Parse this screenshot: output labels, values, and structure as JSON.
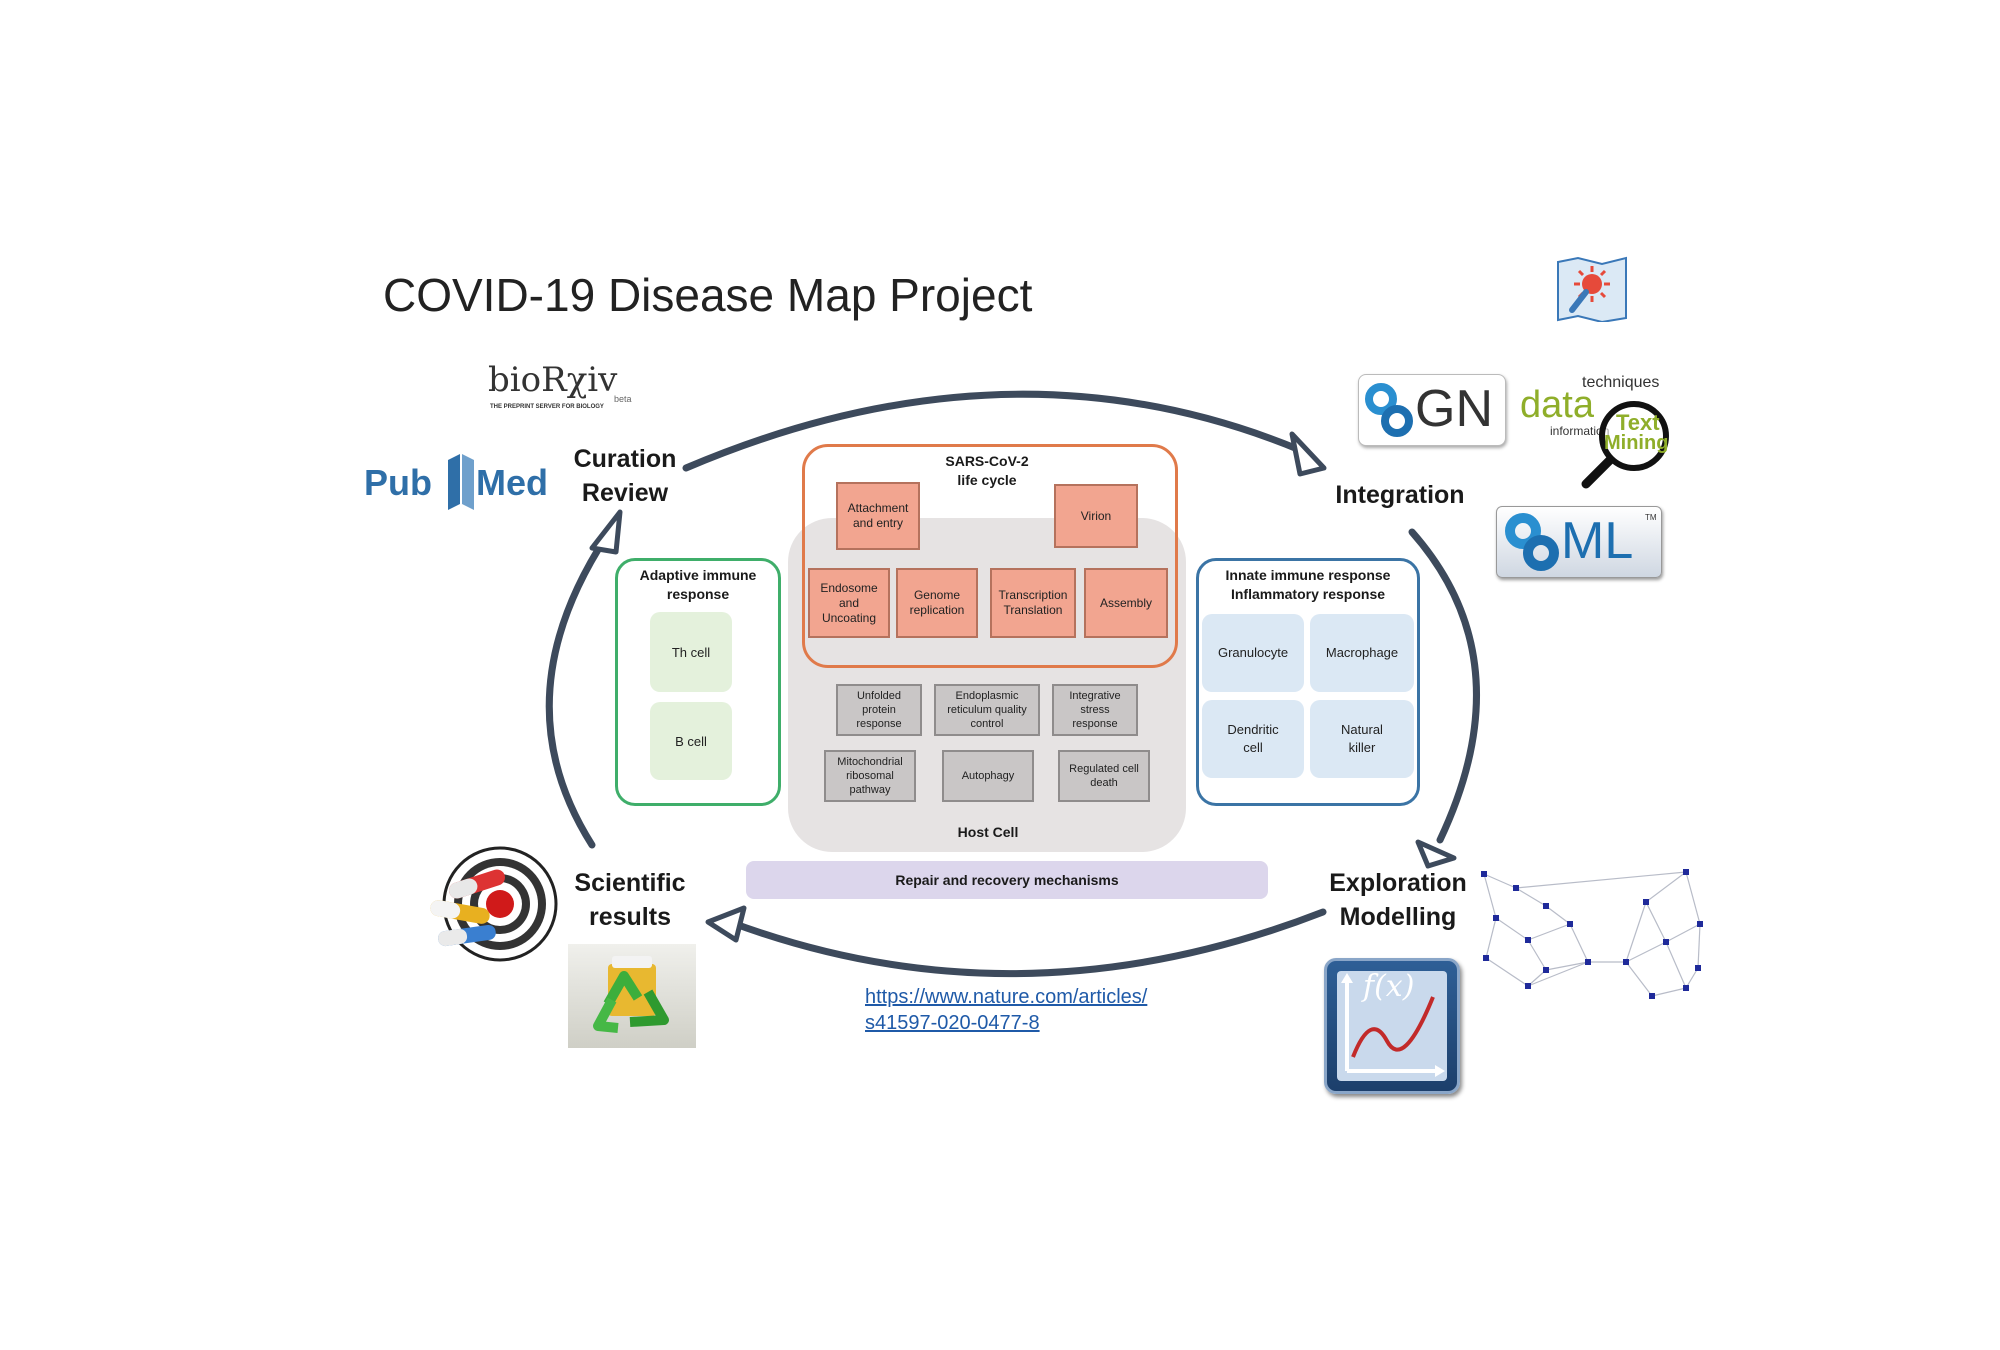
{
  "title": "COVID-19 Disease Map Project",
  "stages": {
    "curation": "Curation\nReview",
    "integration": "Integration",
    "exploration": "Exploration\nModelling",
    "scientific": "Scientific\nresults"
  },
  "sars": {
    "title": "SARS-CoV-2\nlife cycle",
    "steps": [
      "Attachment\nand entry",
      "Virion",
      "Endosome\nand\nUncoating",
      "Genome\nreplication",
      "Transcription\nTranslation",
      "Assembly"
    ]
  },
  "host": {
    "label": "Host Cell",
    "processes": [
      "Unfolded\nprotein\nresponse",
      "Endoplasmic\nreticulum quality\ncontrol",
      "Integrative\nstress\nresponse",
      "Mitochondrial\nribosomal\npathway",
      "Autophagy",
      "Regulated cell\ndeath"
    ]
  },
  "adaptive": {
    "title": "Adaptive immune\nresponse",
    "cells": [
      "Th cell",
      "B cell"
    ]
  },
  "innate": {
    "title": "Innate immune response\nInflammatory response",
    "cells": [
      "Granulocyte",
      "Macrophage",
      "Dendritic\ncell",
      "Natural\nkiller"
    ]
  },
  "repair": "Repair and recovery mechanisms",
  "link": "https://www.nature.com/articles/\ns41597-020-0477-8",
  "logos": {
    "biorxiv": "bioRχiv",
    "biorxiv_beta": "beta",
    "biorxiv_tagline": "THE PREPRINT SERVER FOR BIOLOGY",
    "pubmed_a": "Pub",
    "pubmed_b": "Med",
    "sbgn": "GN",
    "sbml": "ML",
    "sbml_tm": "TM",
    "textmining_words": [
      "techniques",
      "data",
      "information",
      "Text",
      "Mining"
    ],
    "fx": "f(x)"
  },
  "colors": {
    "arrow": "#3d4a5c",
    "sars_border": "#e07a4a",
    "adaptive_border": "#3fae6a",
    "innate_border": "#3b74a5",
    "pubmed_blue": "#2f6fa8",
    "network_node": "#1f2a9a"
  }
}
